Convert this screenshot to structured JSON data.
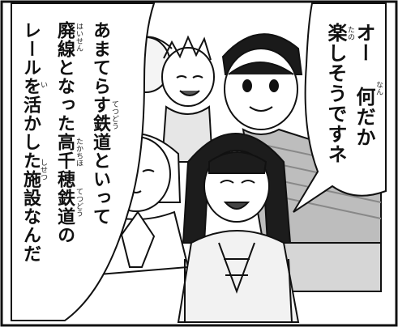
{
  "panel": {
    "left_bubble": {
      "lines": [
        "あまてらす鉄道といって",
        "廃線となった高千穂鉄道の",
        "レールを活かした施設なんだ"
      ],
      "furigana": {
        "tetsudou_1": "てつどう",
        "haisen": "はいせん",
        "takachiho": "たかちほ",
        "tetsudou_2": "てつどう",
        "i": "い",
        "shisetsu": "しせつ"
      }
    },
    "right_bubble": {
      "lines": [
        "オー 何だか",
        "楽しそうですネ"
      ],
      "furigana": {
        "nan": "なん",
        "tano": "たの"
      }
    }
  },
  "colors": {
    "ink": "#111111",
    "paper": "#ffffff",
    "tone": "#9a9a9a"
  }
}
